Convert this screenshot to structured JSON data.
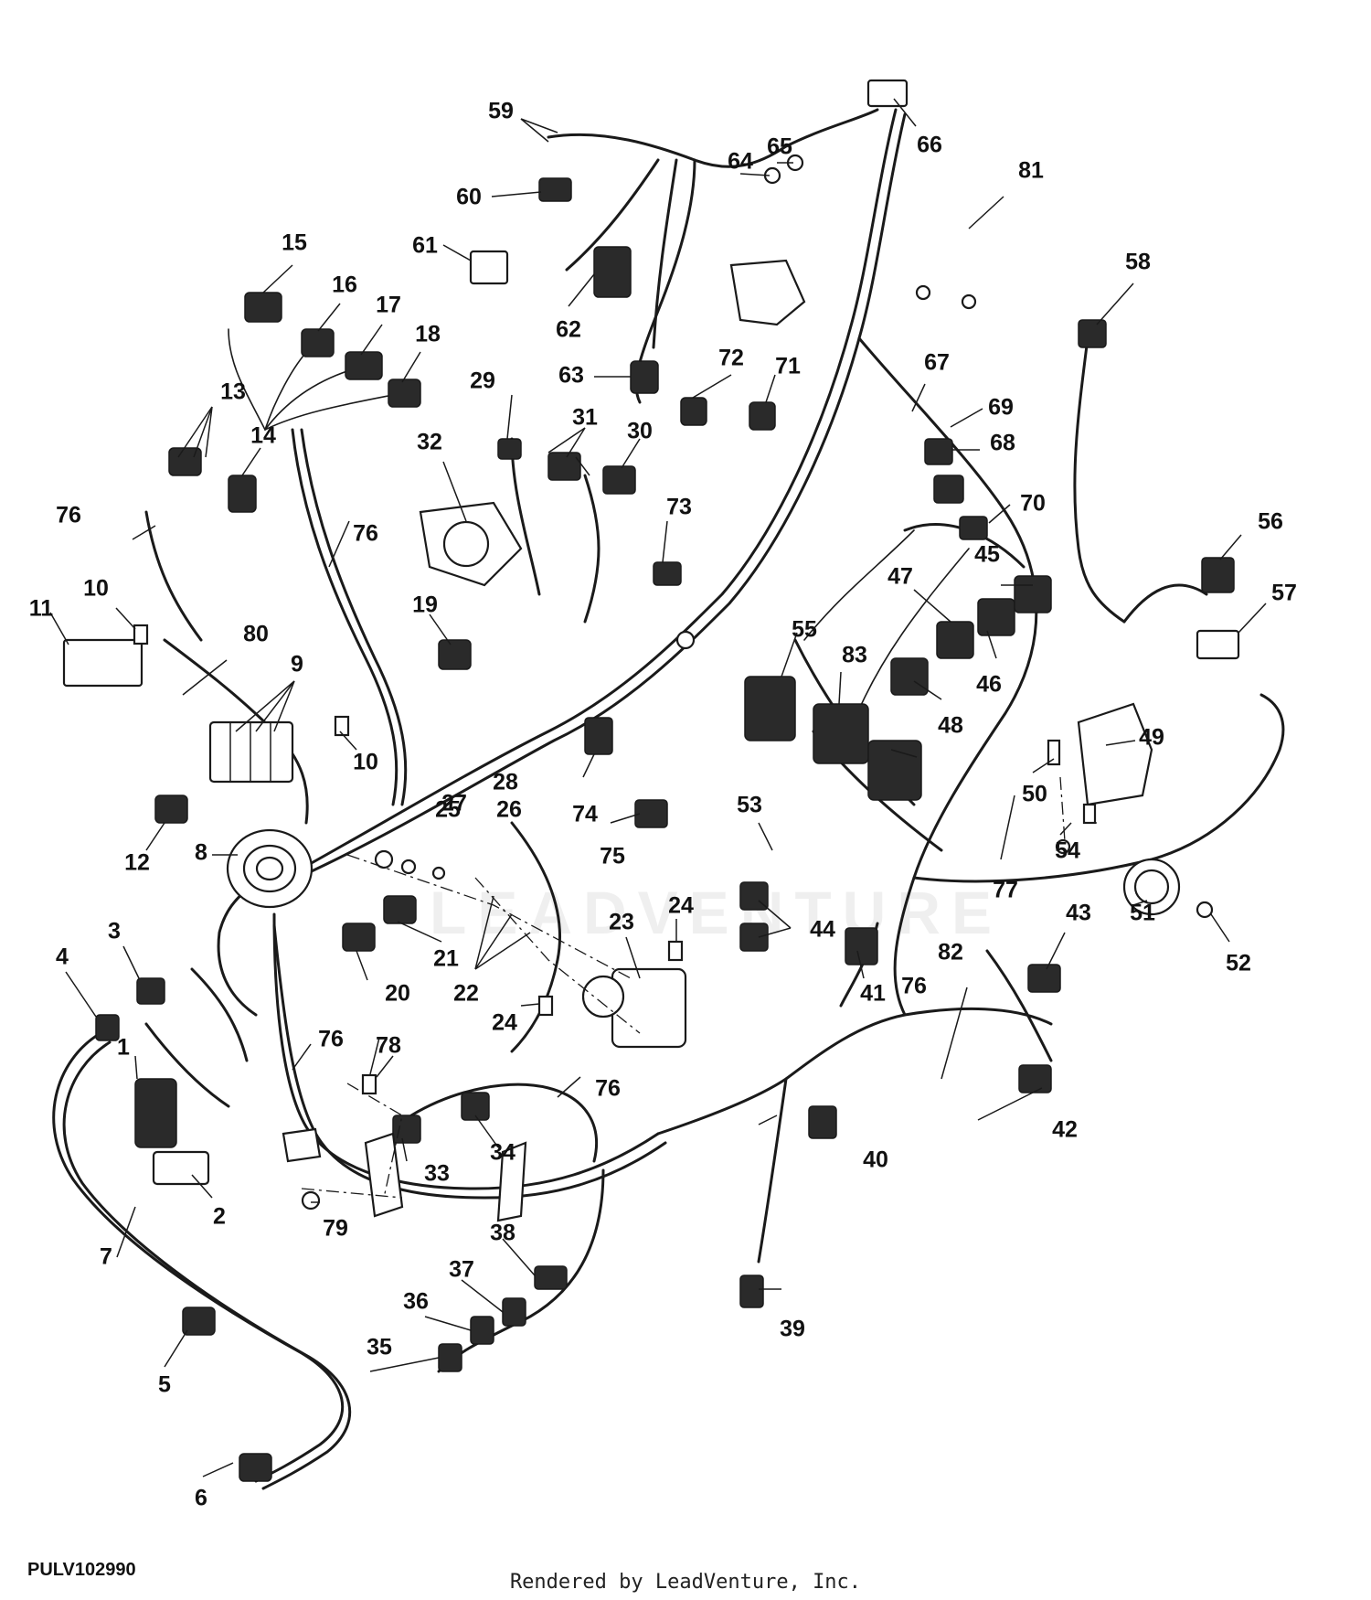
{
  "figure": {
    "id": "PULV102990",
    "credit": "Rendered by LeadVenture, Inc.",
    "watermark": "LEADVENTURE"
  },
  "callouts": [
    {
      "num": "1"
    },
    {
      "num": "2"
    },
    {
      "num": "3"
    },
    {
      "num": "4"
    },
    {
      "num": "5"
    },
    {
      "num": "6"
    },
    {
      "num": "7"
    },
    {
      "num": "8"
    },
    {
      "num": "9"
    },
    {
      "num": "10"
    },
    {
      "num": "10"
    },
    {
      "num": "11"
    },
    {
      "num": "12"
    },
    {
      "num": "13"
    },
    {
      "num": "14"
    },
    {
      "num": "15"
    },
    {
      "num": "16"
    },
    {
      "num": "17"
    },
    {
      "num": "18"
    },
    {
      "num": "19"
    },
    {
      "num": "20"
    },
    {
      "num": "21"
    },
    {
      "num": "22"
    },
    {
      "num": "23"
    },
    {
      "num": "24"
    },
    {
      "num": "24"
    },
    {
      "num": "25"
    },
    {
      "num": "26"
    },
    {
      "num": "27"
    },
    {
      "num": "28"
    },
    {
      "num": "29"
    },
    {
      "num": "30"
    },
    {
      "num": "31"
    },
    {
      "num": "32"
    },
    {
      "num": "33"
    },
    {
      "num": "34"
    },
    {
      "num": "35"
    },
    {
      "num": "36"
    },
    {
      "num": "37"
    },
    {
      "num": "38"
    },
    {
      "num": "39"
    },
    {
      "num": "40"
    },
    {
      "num": "41"
    },
    {
      "num": "42"
    },
    {
      "num": "43"
    },
    {
      "num": "44"
    },
    {
      "num": "45"
    },
    {
      "num": "46"
    },
    {
      "num": "47"
    },
    {
      "num": "48"
    },
    {
      "num": "49"
    },
    {
      "num": "50"
    },
    {
      "num": "51"
    },
    {
      "num": "52"
    },
    {
      "num": "53"
    },
    {
      "num": "54"
    },
    {
      "num": "55"
    },
    {
      "num": "56"
    },
    {
      "num": "57"
    },
    {
      "num": "58"
    },
    {
      "num": "59"
    },
    {
      "num": "60"
    },
    {
      "num": "61"
    },
    {
      "num": "62"
    },
    {
      "num": "63"
    },
    {
      "num": "64"
    },
    {
      "num": "65"
    },
    {
      "num": "66"
    },
    {
      "num": "67"
    },
    {
      "num": "68"
    },
    {
      "num": "69"
    },
    {
      "num": "70"
    },
    {
      "num": "71"
    },
    {
      "num": "72"
    },
    {
      "num": "73"
    },
    {
      "num": "74"
    },
    {
      "num": "75"
    },
    {
      "num": "76"
    },
    {
      "num": "76"
    },
    {
      "num": "76"
    },
    {
      "num": "76"
    },
    {
      "num": "76"
    },
    {
      "num": "77"
    },
    {
      "num": "78"
    },
    {
      "num": "79"
    },
    {
      "num": "80"
    },
    {
      "num": "81"
    },
    {
      "num": "82"
    },
    {
      "num": "83"
    }
  ]
}
